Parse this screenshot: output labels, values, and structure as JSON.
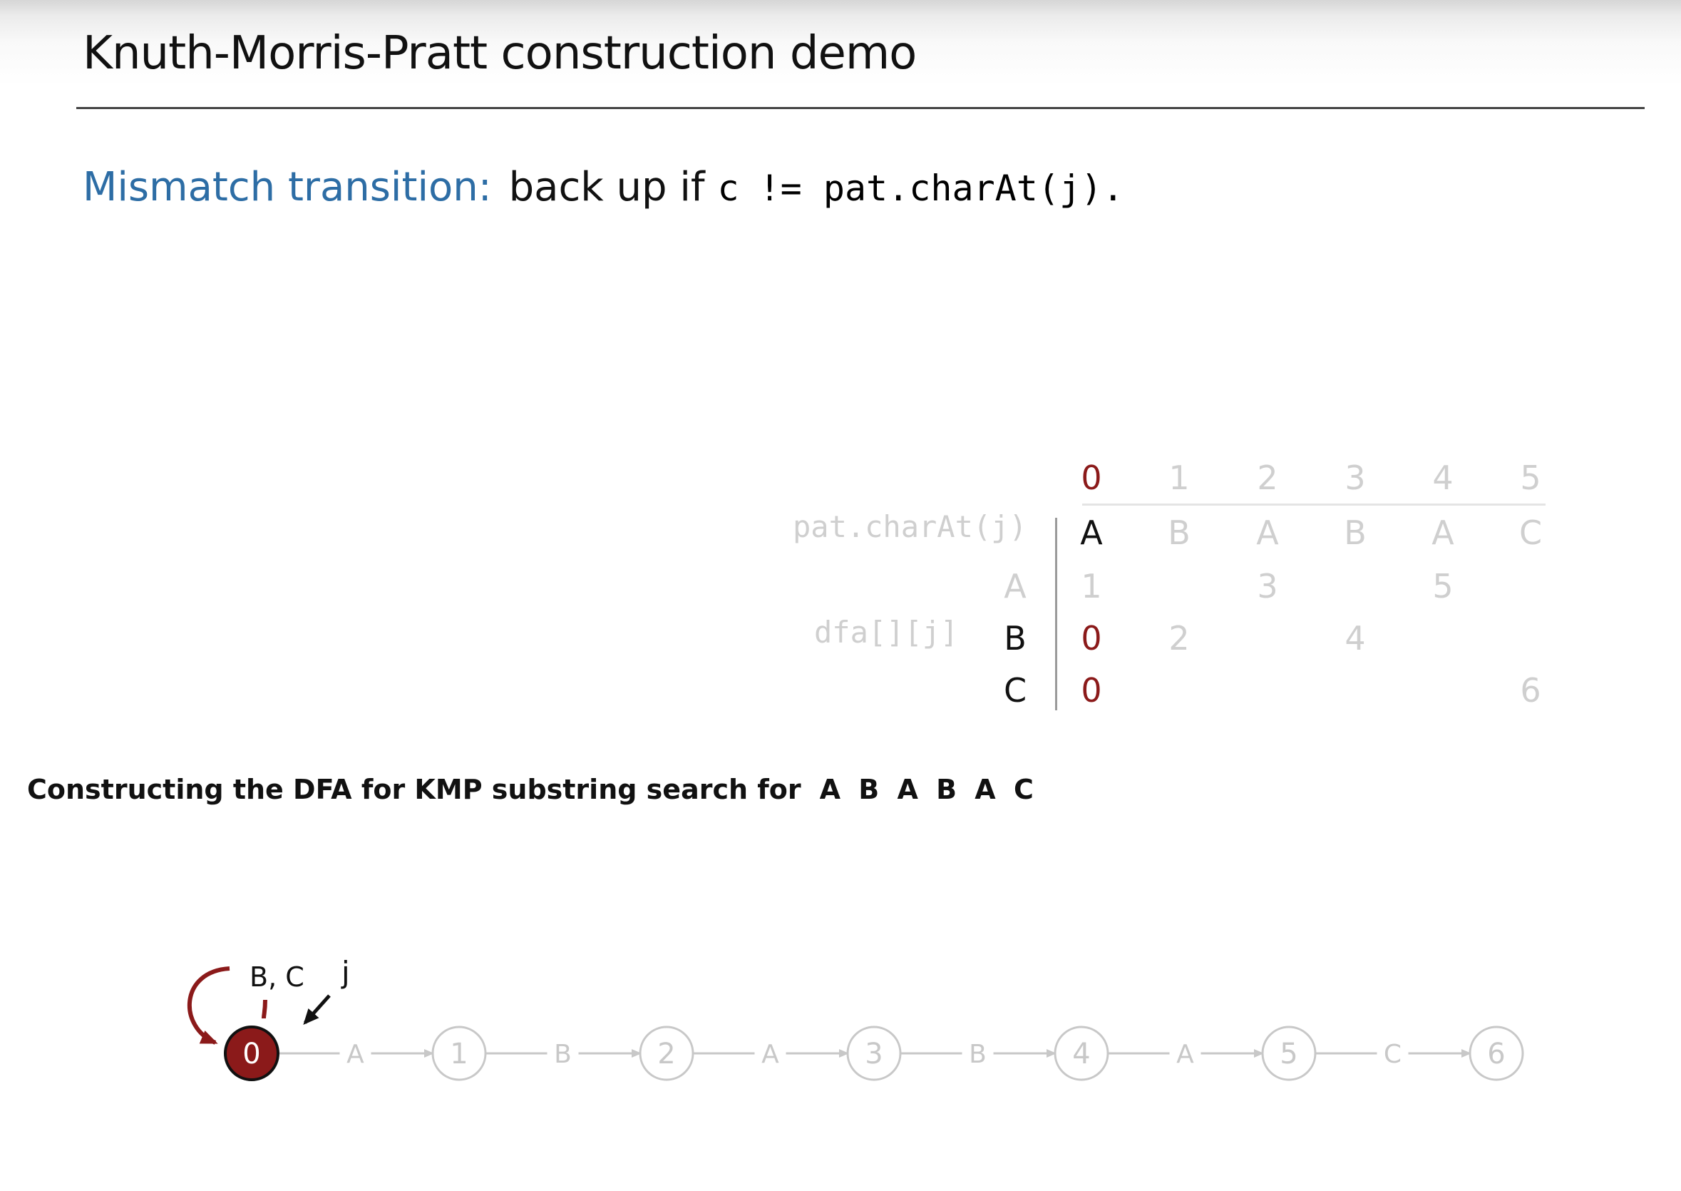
{
  "title": "Knuth-Morris-Pratt construction demo",
  "subtitle": {
    "label": "Mismatch transition:",
    "text": "back up if",
    "code_c": "c",
    "code_rest": "!= pat.charAt(j)."
  },
  "table": {
    "pat_label": "pat.charAt(j)",
    "dfa_label": "dfa[][j]",
    "columns": [
      "0",
      "1",
      "2",
      "3",
      "4",
      "5"
    ],
    "pattern": [
      "A",
      "B",
      "A",
      "B",
      "A",
      "C"
    ],
    "rows": [
      {
        "char": "A",
        "values": [
          "1",
          "",
          "3",
          "",
          "5",
          ""
        ]
      },
      {
        "char": "B",
        "values": [
          "0",
          "2",
          "",
          "4",
          "",
          ""
        ]
      },
      {
        "char": "C",
        "values": [
          "0",
          "",
          "",
          "",
          "",
          "6"
        ]
      }
    ],
    "active_column": 0
  },
  "caption": {
    "text": "Constructing the DFA for KMP substring search for",
    "pattern": "A B A B A C"
  },
  "dfa": {
    "states": [
      "0",
      "1",
      "2",
      "3",
      "4",
      "5",
      "6"
    ],
    "transitions": [
      "A",
      "B",
      "A",
      "B",
      "A",
      "C"
    ],
    "self_loop_label": "B, C",
    "pointer_label": "j",
    "active_state": 0
  },
  "colors": {
    "accent_blue": "#2d6da5",
    "active_red": "#8b1a1a",
    "faint_gray": "#cfcfcf"
  }
}
